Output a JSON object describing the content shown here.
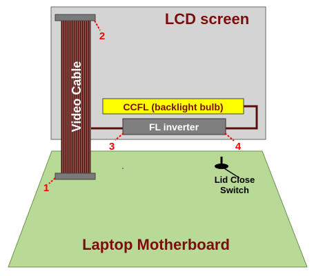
{
  "diagram": {
    "lcd_screen_label": "LCD screen",
    "video_cable_label": "Video Cable",
    "ccfl_label": "CCFL (backlight bulb)",
    "inverter_label": "FL inverter",
    "lid_switch_line1": "Lid Close",
    "lid_switch_line2": "Switch",
    "motherboard_label": "Laptop Motherboard",
    "markers": {
      "m1": "1",
      "m2": "2",
      "m3": "3",
      "m4": "4"
    }
  },
  "colors": {
    "screen_fill": "#d4d4d4",
    "board_fill": "#b9d996",
    "cable_fill": "#8e4a42",
    "connector_fill": "#7a7a7a",
    "ccfl_fill": "#ffff00",
    "inverter_fill": "#7f7f7f",
    "label_dark_red": "#7a0e0e",
    "marker_red": "#ff0000",
    "wire": "#5a0f0f"
  }
}
